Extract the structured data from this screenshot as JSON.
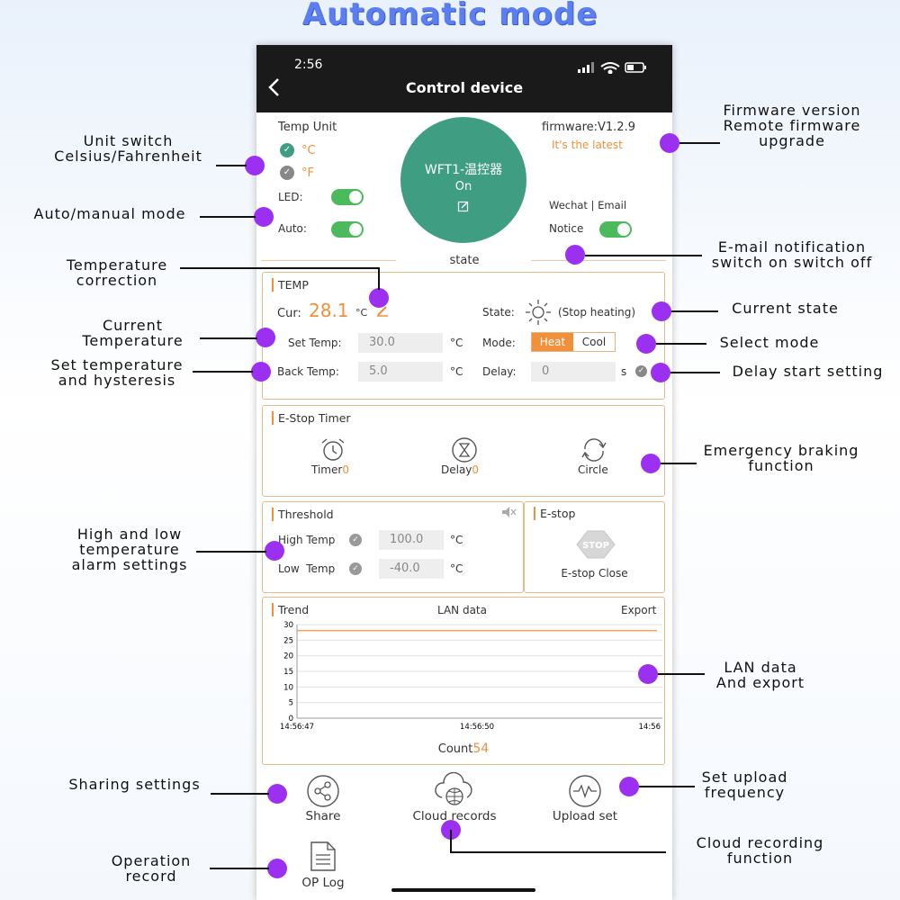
{
  "headline": "Automatic mode",
  "status_bar": {
    "time": "2:56"
  },
  "nav": {
    "title": "Control device"
  },
  "device": {
    "temp_unit_label": "Temp Unit",
    "celsius": "°C",
    "fahrenheit": "°F",
    "led_label": "LED:",
    "auto_label": "Auto:",
    "firmware": "firmware:V1.2.9",
    "firmware_status": "It's the latest",
    "name": "WFT1-温控器",
    "power_state": "On",
    "notify_channels": "Wechat  |  Email",
    "notice_label": "Notice",
    "state_divider": "state"
  },
  "temp": {
    "title": "TEMP",
    "cur_label": "Cur:",
    "cur_value": "28.1",
    "cur_unit": "°C",
    "state_label": "State:",
    "state_text": "(Stop heating)",
    "set_temp_label": "Set Temp:",
    "set_temp_value": "30.0",
    "set_temp_unit": "°C",
    "mode_label": "Mode:",
    "mode_heat": "Heat",
    "mode_cool": "Cool",
    "back_temp_label": "Back Temp:",
    "back_temp_value": "5.0",
    "back_temp_unit": "°C",
    "delay_label": "Delay:",
    "delay_value": "0",
    "delay_unit": "s"
  },
  "estop_timer": {
    "title": "E-Stop Timer",
    "timer_label": "Timer",
    "timer_value": "0",
    "delay_label": "Delay",
    "delay_value": "0",
    "circle_label": "Circle"
  },
  "threshold": {
    "title": "Threshold",
    "high_label": "High Temp",
    "high_value": "100.0",
    "high_unit": "°C",
    "low_label": "Low  Temp",
    "low_value": "-40.0",
    "low_unit": "°C"
  },
  "estop": {
    "title": "E-stop",
    "stop_sign": "STOP",
    "status": "E-stop Close"
  },
  "trend": {
    "title": "Trend",
    "center": "LAN data",
    "export": "Export",
    "count_label": "Count",
    "count_value": "54"
  },
  "chart_data": {
    "type": "line",
    "x": [
      "14:56:47",
      "14:56:50",
      "14:56"
    ],
    "series": [
      {
        "values": [
          28.1,
          28.1,
          28.1
        ]
      }
    ],
    "y_ticks": [
      "30",
      "25",
      "20",
      "15",
      "10",
      "5",
      "0"
    ],
    "ylim": [
      0,
      30
    ],
    "grid": true,
    "line_color": "#f0a060"
  },
  "bottom": {
    "share": "Share",
    "cloud": "Cloud records",
    "upload": "Upload set",
    "oplog": "OP Log"
  },
  "annotations": {
    "unit_switch": "Unit switch\nCelsius/Fahrenheit",
    "auto_manual": "Auto/manual mode",
    "firmware": "Firmware version\nRemote firmware\nupgrade",
    "email_notif": "E-mail notification\nswitch on switch off",
    "temp_correction": "Temperature\ncorrection",
    "current_state": "Current state",
    "current_temp": "Current\nTemperature",
    "select_mode": "Select mode",
    "set_temp": "Set temperature\nand hysteresis",
    "delay_start": "Delay start setting",
    "emergency": "Emergency braking\nfunction",
    "alarm": "High and low\ntemperature\nalarm settings",
    "lan": "LAN data\nAnd export",
    "sharing": "Sharing settings",
    "upload_freq": "Set upload\nfrequency",
    "cloud_rec": "Cloud recording\nfunction",
    "op_record": "Operation\nrecord"
  },
  "colors": {
    "accent": "#f0903a",
    "toggle": "#4cba5c",
    "circle": "#3f9e82",
    "marker": "#9b30f0"
  }
}
